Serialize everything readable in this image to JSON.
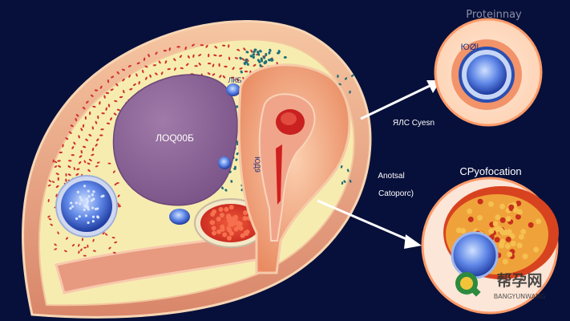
{
  "labels": {
    "top_right_title": "Proteinnay",
    "zoom1_tag": "ЮØI",
    "arrow1_label": "ЯЛС Cyesn",
    "zoom2_title": "CPyofocation",
    "left_label": "Anotsal\nCatoporc)",
    "nucleus_text": "ЛОQ00Б",
    "top_small_label": "ЛКБ",
    "side_label": "ЮД9"
  },
  "watermark": {
    "chinese": "帮孕网",
    "latin": "BANGYUNWANG"
  },
  "colors": {
    "background": "#07103a",
    "outer_wall": "#f2b48e",
    "cytoplasm": "#f7ecb0",
    "nucleus": "#8d6497",
    "red_dots": "#d0312b",
    "teal_dots": "#1f6f78",
    "blue_cell": "#4a6fd8",
    "zoom_border": "#ff9b6a"
  },
  "icons": [
    "arrow-icon",
    "watermark-logo-icon"
  ]
}
